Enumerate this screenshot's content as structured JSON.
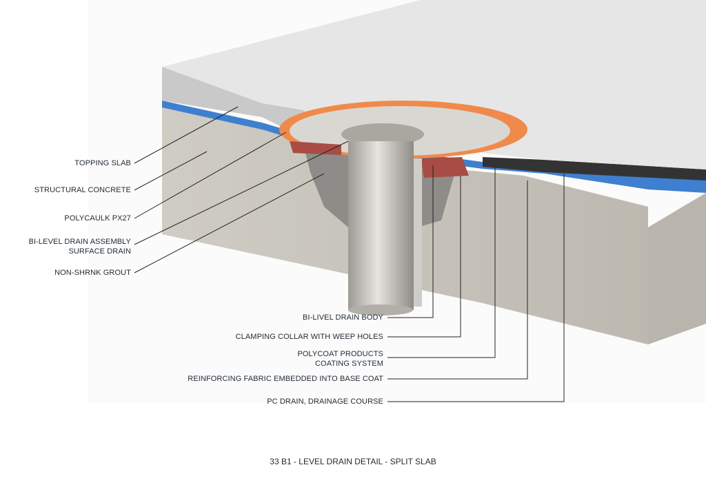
{
  "left_labels": [
    {
      "text": "TOPPING SLAB"
    },
    {
      "text": "STRUCTURAL CONCRETE"
    },
    {
      "text": "POLYCAULK PX27"
    },
    {
      "text": "BI-LEVEL DRAIN ASSEMBLY",
      "text2": "SURFACE DRAIN"
    },
    {
      "text": "NON-SHRNK GROUT"
    }
  ],
  "bottom_labels": [
    {
      "text": "BI-LIVEL DRAIN BODY"
    },
    {
      "text": "CLAMPING COLLAR WITH WEEP HOLES"
    },
    {
      "text": "POLYCOAT PRODUCTS",
      "text2": "COATING SYSTEM"
    },
    {
      "text": "REINFORCING FABRIC EMBEDDED INTO BASE COAT"
    },
    {
      "text": "PC DRAIN, DRAINAGE COURSE"
    }
  ],
  "caption": "33 B1 - LEVEL DRAIN DETAIL - SPLIT SLAB",
  "colors": {
    "concrete": "#c9c6bd",
    "topping": "#e4e4e4",
    "membrane": "#3f7fcf",
    "caulk": "#f08a4b",
    "drain": "#c8c6c0",
    "collar": "#a84c45"
  }
}
